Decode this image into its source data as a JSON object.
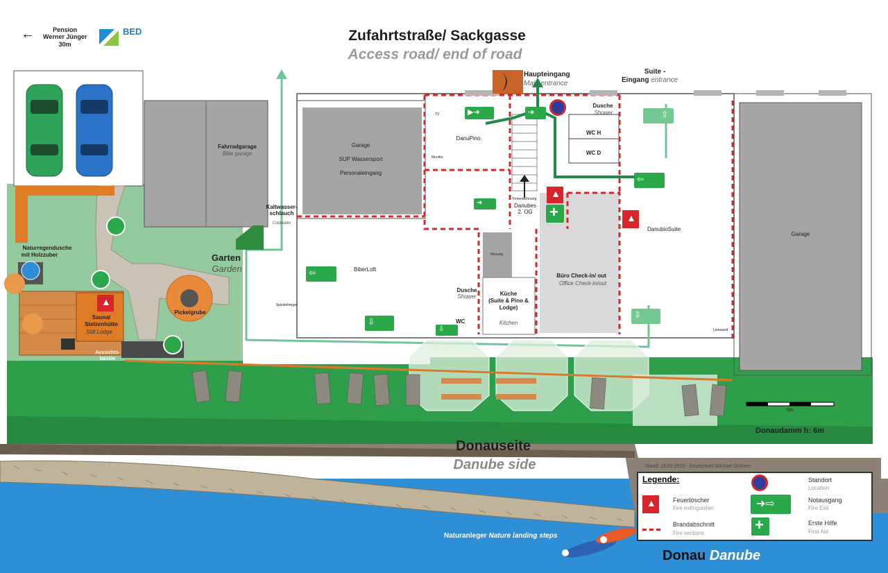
{
  "header": {
    "pension_arrow": "Pension\nWerner Jünger\n30m",
    "logo_text": "BED",
    "title_de": "Zufahrtstraße/ Sackgasse",
    "title_en": "Access road/ end of road"
  },
  "entrances": {
    "main_de": "Haupteingang",
    "main_en": "Main entrance",
    "suite_de": "Suite -",
    "suite_de2": "Eingang",
    "suite_en": "entrance"
  },
  "rooms": {
    "bike_garage_de": "Fahrradgarage",
    "bike_garage_en": "Bike garage",
    "garage_sup_1": "Garage",
    "garage_sup_2": "SUP Wassersport",
    "garage_sup_3": "Personaleingang",
    "danupino": "DanuPino",
    "danubioSuite": "DanubioSuite",
    "garage_right": "Garage",
    "dusche_de": "Dusche",
    "dusche_en": "Shower",
    "wc_h": "WC H",
    "wc_d": "WC D",
    "ferienwohnung": "Ferienwohnung",
    "danubes_og_1": "Danubes",
    "danubes_og_2": "2. OG",
    "biberloft": "BiberLoft",
    "kueche_1": "Küche",
    "kueche_2": "(Suite & Pino &",
    "kueche_3": "Lodge)",
    "kueche_en": "Kitchen",
    "buero_de": "Büro Check-in/ out",
    "buero_en": "Office Check-in/out",
    "dusche2_de": "Dusche",
    "dusche2_en": "Shower",
    "wc": "WC",
    "heizung": "Heizung",
    "tv": "TV",
    "monitor": "Monitor",
    "leinwand": "Leinwand",
    "kaltwasser_1": "Kaltwasser-",
    "kaltwasser_2": "schlauch",
    "coldwater": "Coldwater",
    "spinde": "Spindeltreppe",
    "sauna_1": "Sauna/",
    "sauna_2": "Stelzenhütte",
    "sauna_en": "Stilt Lodge",
    "aussicht_1": "Aussichts-",
    "aussicht_2": "bänkle",
    "naturdusche_1": "Naturregendusche",
    "naturdusche_2": "mit Holzzuber",
    "garten_de": "Garten",
    "garten_en": "Garden",
    "pickelgrube": "Pickelgrube"
  },
  "riverside": {
    "donauseite_de": "Donauseite",
    "donauseite_en": "Danube side",
    "damm": "Donaudamm h: 6m",
    "scale": "5m",
    "stand": "Stand: 19.02.2023 - Gezeichnet Michael Öhlhorn",
    "anleger_de": "Naturanleger",
    "anleger_en": "Nature landing steps",
    "donau_de": "Donau",
    "donau_en": "Danube"
  },
  "legend": {
    "title": "Legende:",
    "items": [
      {
        "de": "Feuerlöscher",
        "en": "Fire extinguisher",
        "icon": "fire-extinguisher-icon"
      },
      {
        "de": "Brandabschnitt",
        "en": "Fire sections",
        "icon": "fire-section-line-icon"
      },
      {
        "de": "Standort",
        "en": "Location",
        "icon": "location-marker-icon"
      },
      {
        "de": "Notausgang",
        "en": "Fire Exit",
        "icon": "fire-exit-icon"
      },
      {
        "de": "Erste Hilfe",
        "en": "First Aid",
        "icon": "first-aid-icon"
      }
    ]
  },
  "colors": {
    "grass": "#2f9e4a",
    "water": "#2f8fd6",
    "route": "#6fc49a",
    "fire_red": "#d6252b",
    "exit_green": "#2aa84a"
  }
}
